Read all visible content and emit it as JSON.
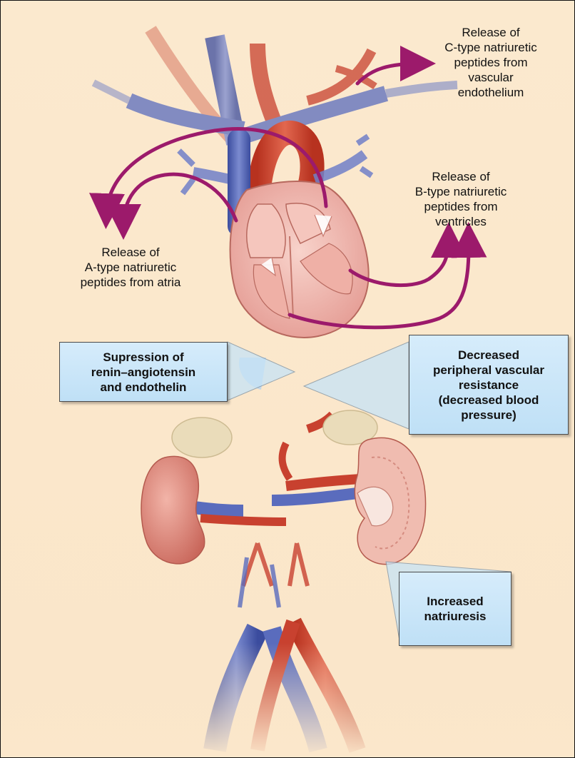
{
  "labels": {
    "c_type": "Release of\nC-type natriuretic\npeptides from\nvascular\nendothelium",
    "b_type": "Release of\nB-type natriuretic\npeptides from\nventricles",
    "a_type": "Release of\nA-type natriuretic\npeptides from atria"
  },
  "boxes": {
    "suppression": "Supression of\nrenin–angiotensin\nand endothelin",
    "resistance": "Decreased\nperipheral vascular\nresistance\n(decreased blood\npressure)",
    "natriuresis": "Increased\nnatriuresis"
  },
  "colors": {
    "arrow": "#9c1a6b",
    "vein": "#4d5fb0",
    "artery": "#c8412f",
    "heart": "#f0b7b0",
    "kidney": "#e79a8e",
    "callout_fill": "#c6e4f7"
  }
}
